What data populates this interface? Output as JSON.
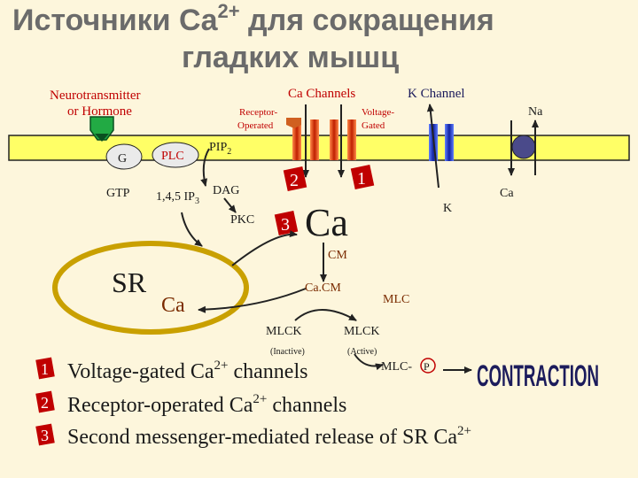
{
  "title": {
    "line1": "Источники Ca",
    "line1_sup": "2+",
    "line1_rest": " для сокращения",
    "line2": "гладких мышц"
  },
  "membrane": {
    "neuro_line1": "Neurotransmitter",
    "neuro_line2": "or Hormone",
    "ca_channels": "Ca Channels",
    "k_channel": "K Channel",
    "receptor_operated_1": "Receptor-",
    "receptor_operated_2": "Operated",
    "voltage_gated_1": "Voltage-",
    "voltage_gated_2": "Gated",
    "na": "Na",
    "ca_right": "Ca",
    "k": "K"
  },
  "signaling": {
    "g": "G",
    "plc": "PLC",
    "pip2": "PIP",
    "pip2_sub": "2",
    "gtp": "GTP",
    "ip3": "1,4,5 IP",
    "ip3_sub": "3",
    "dag": "DAG",
    "pkc": "PKC",
    "ca_big": "Ca",
    "cm": "CM",
    "sr": "SR",
    "sr_ca": "Ca",
    "cacm": "Ca.CM",
    "mlc": "MLC",
    "mlck_inactive": "MLCK",
    "inactive": "(Inactive)",
    "mlck_active": "MLCK",
    "active": "(Active)",
    "mlc_p": "MLC-",
    "p": "P",
    "contraction": "CONTRACTION"
  },
  "badges": {
    "b1": "1",
    "b2": "2",
    "b3": "3"
  },
  "legend": [
    {
      "num": "1",
      "text": "Voltage-gated Ca",
      "sup": "2+",
      "rest": " channels"
    },
    {
      "num": "2",
      "text": "Receptor-operated Ca",
      "sup": "2+",
      "rest": " channels"
    },
    {
      "num": "3",
      "text": "Second messenger-mediated release of SR Ca",
      "sup": "2+",
      "rest": ""
    }
  ],
  "colors": {
    "background": "#fdf6dc",
    "membrane": "#ffff66",
    "red": "#c00000",
    "navy": "#1c1c5c",
    "sr_ring": "#c9a000"
  }
}
